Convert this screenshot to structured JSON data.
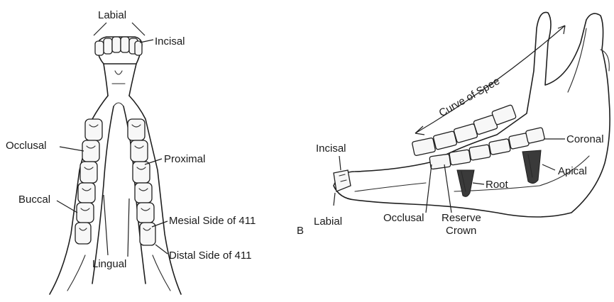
{
  "panel_a": {
    "labels": {
      "labial": "Labial",
      "incisal": "Incisal",
      "occlusal": "Occlusal",
      "proximal": "Proximal",
      "buccal": "Buccal",
      "mesial": "Mesial Side of 411",
      "lingual": "Lingual",
      "distal": "Distal Side of 411"
    }
  },
  "panel_b": {
    "panel_letter": "B",
    "labels": {
      "curve_of_spee": "Curve of Spee",
      "coronal": "Coronal",
      "incisal": "Incisal",
      "apical": "Apical",
      "root": "Root",
      "labial": "Labial",
      "occlusal": "Occlusal",
      "reserve": "Reserve",
      "crown": "Crown"
    }
  }
}
